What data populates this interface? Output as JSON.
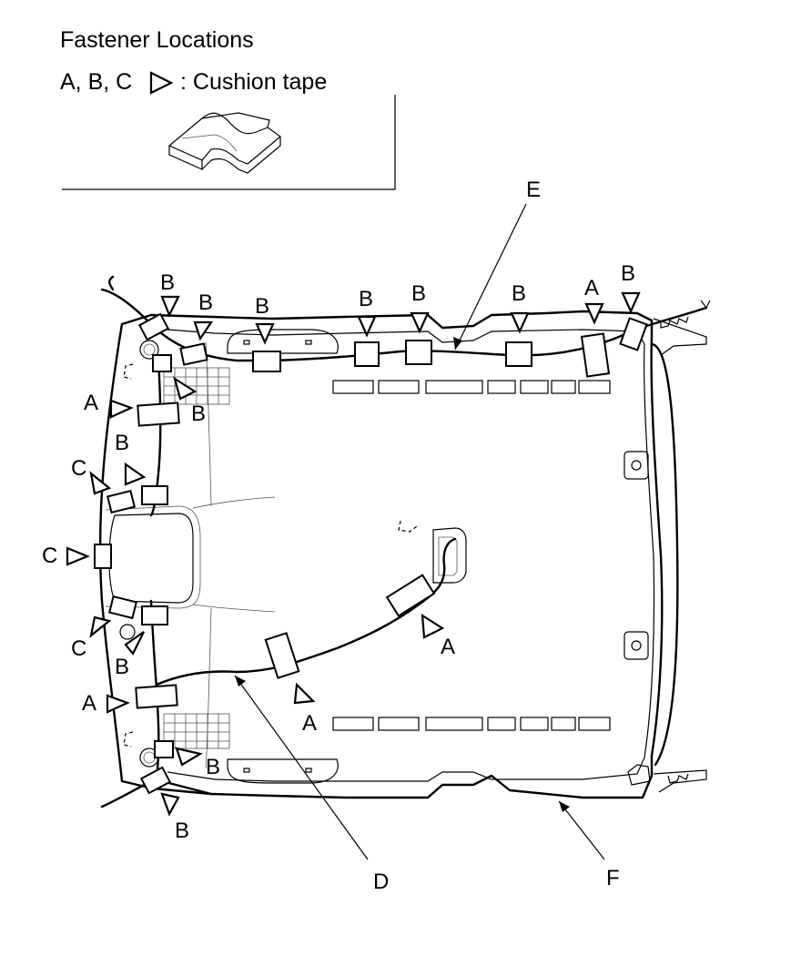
{
  "legend": {
    "title": "Fastener Locations",
    "tape_types": "A, B, C",
    "tape_description": ": Cushion tape"
  },
  "harness_labels": {
    "d": "D",
    "e": "E",
    "f": "F"
  },
  "tape_letters": {
    "a": "A",
    "b": "B",
    "c": "C"
  }
}
